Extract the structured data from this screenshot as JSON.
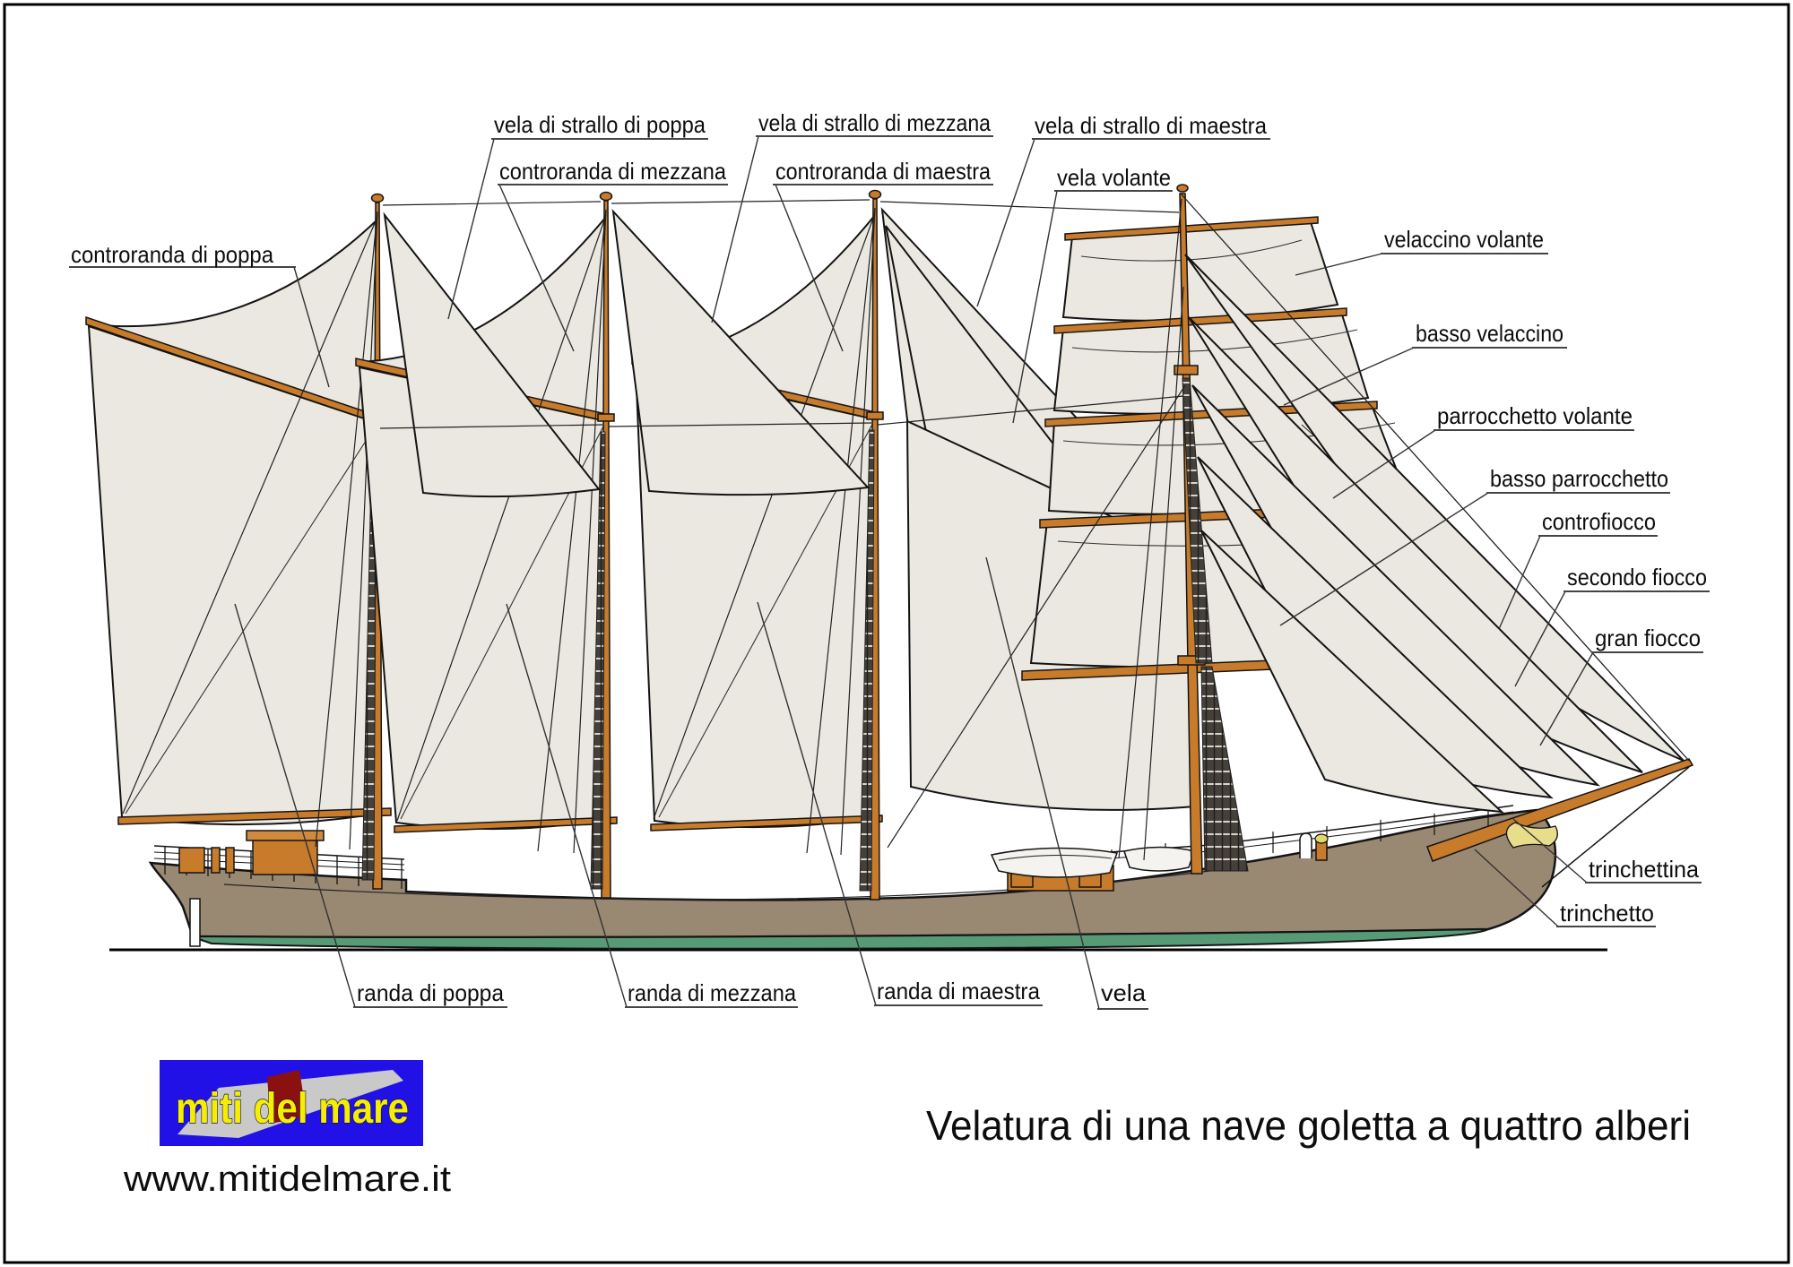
{
  "title": "Velatura di una nave goletta a quattro alberi",
  "website": "www.mitidelmare.it",
  "logo": {
    "text": "miti del mare"
  },
  "labels": {
    "controranda_di_poppa": "controranda di poppa",
    "vela_strallo_poppa": "vela di strallo di poppa",
    "controranda_di_mezzana": "controranda di mezzana",
    "vela_strallo_mezzana": "vela di strallo di mezzana",
    "controranda_di_maestra": "controranda di maestra",
    "vela_strallo_maestra": "vela di strallo di maestra",
    "vela_volante": "vela volante",
    "velaccino_volante": "velaccino volante",
    "basso_velaccino": "basso velaccino",
    "parrocchetto_volante": "parrocchetto volante",
    "basso_parrocchetto": "basso parrocchetto",
    "controfiocco": "controfiocco",
    "secondo_fiocco": "secondo fiocco",
    "gran_fiocco": "gran fiocco",
    "trinchettina": "trinchettina",
    "trinchetto": "trinchetto",
    "randa_di_poppa": "randa di poppa",
    "randa_di_mezzana": "randa di mezzana",
    "randa_di_maestra": "randa di maestra",
    "vela": "vela"
  },
  "colors": {
    "sail": "#eae8e0",
    "wood": "#c77b2b",
    "hull": "#998872",
    "waterline_green": "#579b76",
    "logo_blue": "#2211e6",
    "logo_yellow": "#f5ee00",
    "logo_red": "#8b1010"
  }
}
